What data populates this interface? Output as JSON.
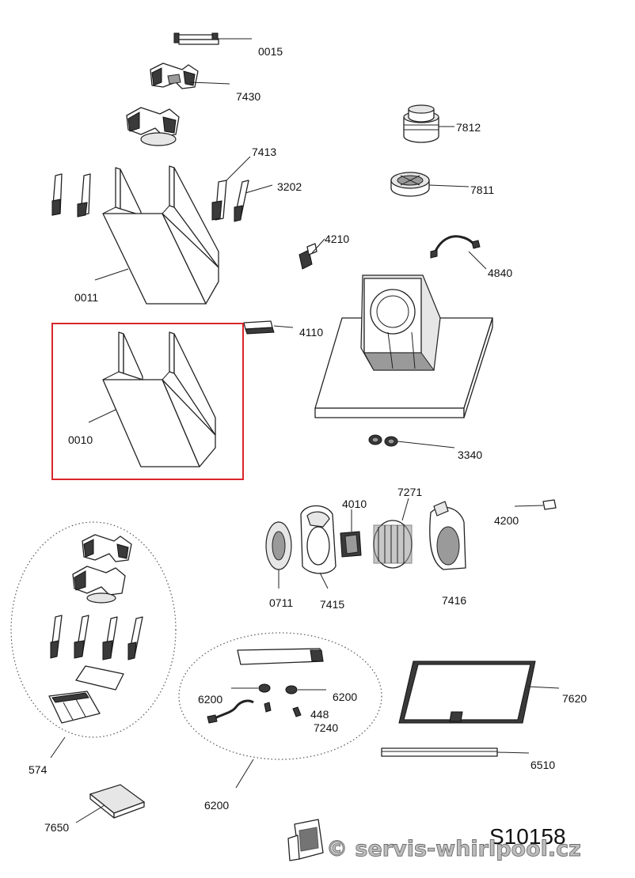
{
  "diagram": {
    "drawing_code": "S10158",
    "watermark": "© servis-whirlpool.cz",
    "highlight_color": "#d9262c",
    "parts": [
      {
        "key": "p0015",
        "label": "0015"
      },
      {
        "key": "p7430",
        "label": "7430"
      },
      {
        "key": "p7812",
        "label": "7812"
      },
      {
        "key": "p7413",
        "label": "7413"
      },
      {
        "key": "p3202",
        "label": "3202"
      },
      {
        "key": "p7811",
        "label": "7811"
      },
      {
        "key": "p4210",
        "label": "4210"
      },
      {
        "key": "p4840",
        "label": "4840"
      },
      {
        "key": "p0011",
        "label": "0011"
      },
      {
        "key": "p4110",
        "label": "4110"
      },
      {
        "key": "p0010",
        "label": "0010"
      },
      {
        "key": "p3340",
        "label": "3340"
      },
      {
        "key": "p7271",
        "label": "7271"
      },
      {
        "key": "p4010",
        "label": "4010"
      },
      {
        "key": "p4200",
        "label": "4200"
      },
      {
        "key": "p0711",
        "label": "0711"
      },
      {
        "key": "p7415",
        "label": "7415"
      },
      {
        "key": "p7416",
        "label": "7416"
      },
      {
        "key": "p6200a",
        "label": "6200"
      },
      {
        "key": "p6200b",
        "label": "6200"
      },
      {
        "key": "p448",
        "label": "448"
      },
      {
        "key": "p7240",
        "label": "7240"
      },
      {
        "key": "p7620",
        "label": "7620"
      },
      {
        "key": "p574",
        "label": "574"
      },
      {
        "key": "p6510",
        "label": "6510"
      },
      {
        "key": "p6200c",
        "label": "6200"
      },
      {
        "key": "p7650",
        "label": "7650"
      }
    ]
  }
}
